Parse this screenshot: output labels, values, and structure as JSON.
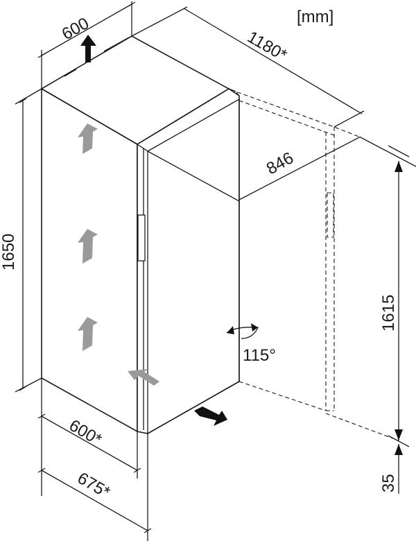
{
  "unit_label": "[mm]",
  "dimensions": {
    "top_width": "600",
    "depth_with_door_open": "1180*",
    "door_clearance": "846",
    "height": "1650",
    "opening_height": "1615",
    "gap": "35",
    "bottom_width": "600*",
    "total_width": "675*",
    "door_angle": "115°"
  },
  "colors": {
    "line": "#1a1a1a",
    "airflow_arrow": "#9a9a9a",
    "air_arrow_strong": "#111111"
  }
}
